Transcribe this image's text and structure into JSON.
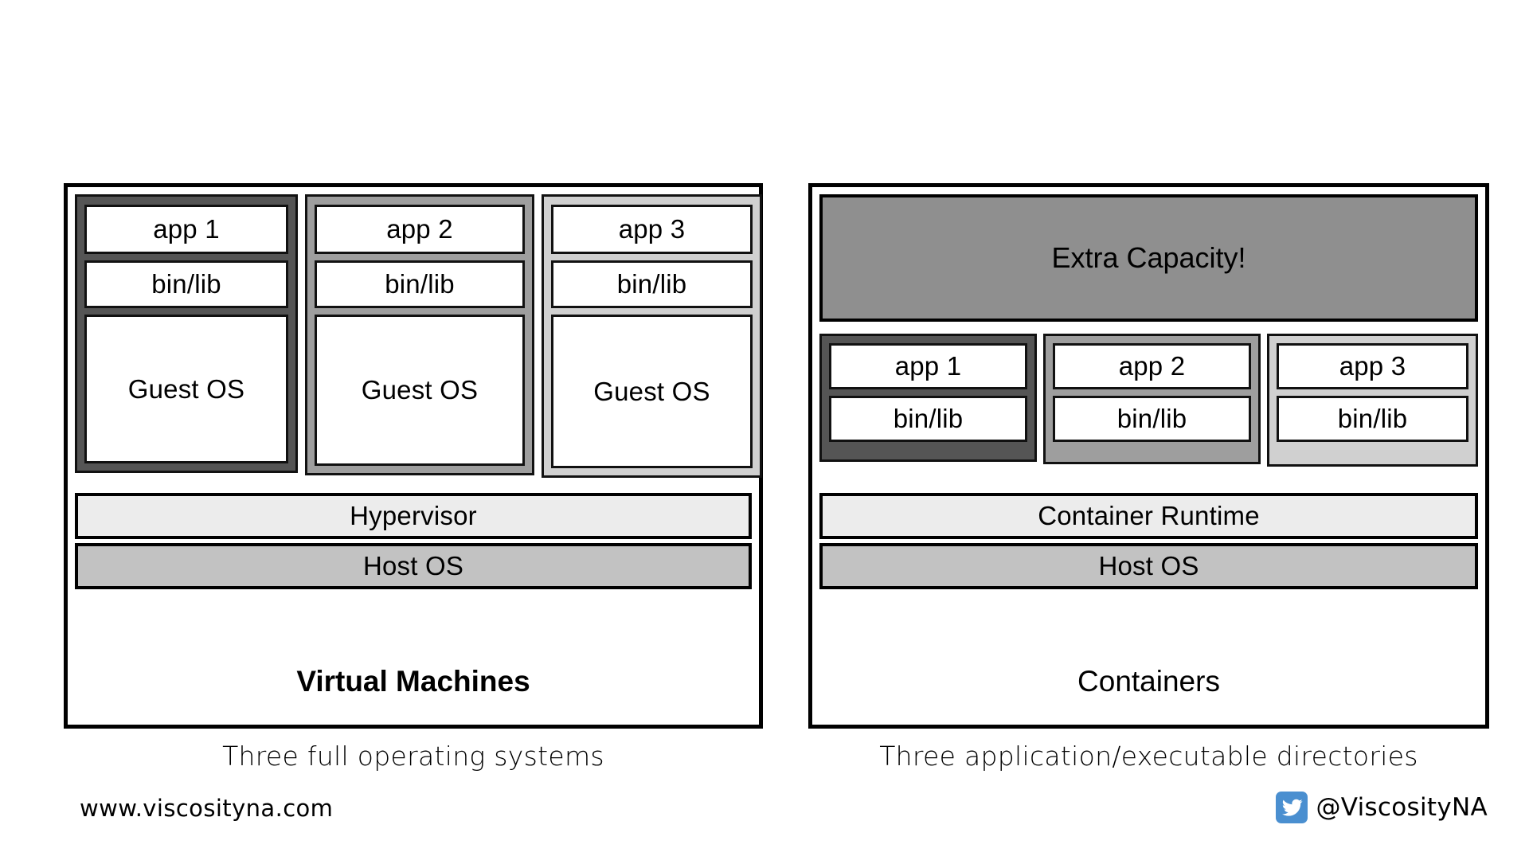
{
  "figure": {
    "title_vm": "Virtual Machines",
    "title_ct": "Containers",
    "caption_vm": "Three full operating systems",
    "caption_ct": "Three application/executable directories"
  },
  "vm_panel": {
    "stacks": [
      {
        "id": "vm-1",
        "app": "app 1",
        "binlib": "bin/lib",
        "guest": "Guest OS",
        "shade": "#555555"
      },
      {
        "id": "vm-2",
        "app": "app 2",
        "binlib": "bin/lib",
        "guest": "Guest OS",
        "shade": "#9e9e9e"
      },
      {
        "id": "vm-3",
        "app": "app 3",
        "binlib": "bin/lib",
        "guest": "Guest OS",
        "shade": "#d0d0d0"
      }
    ],
    "hypervisor_label": "Hypervisor",
    "host_os_label": "Host OS",
    "hypervisor_color": "#ececec",
    "host_os_color": "#c2c2c2"
  },
  "container_panel": {
    "extra_capacity_label": "Extra Capacity!",
    "extra_capacity_color": "#8f8f8f",
    "stacks": [
      {
        "id": "ct-1",
        "app": "app 1",
        "binlib": "bin/lib",
        "shade": "#555555"
      },
      {
        "id": "ct-2",
        "app": "app 2",
        "binlib": "bin/lib",
        "shade": "#9e9e9e"
      },
      {
        "id": "ct-3",
        "app": "app 3",
        "binlib": "bin/lib",
        "shade": "#d0d0d0"
      }
    ],
    "runtime_label": "Container Runtime",
    "host_os_label": "Host OS",
    "runtime_color": "#ececec",
    "host_os_color": "#c2c2c2"
  },
  "footer": {
    "website": "www.viscosityna.com",
    "social_handle": "@ViscosityNA",
    "social_icon": "twitter-bird-icon",
    "social_icon_color": "#4a8fd0"
  }
}
